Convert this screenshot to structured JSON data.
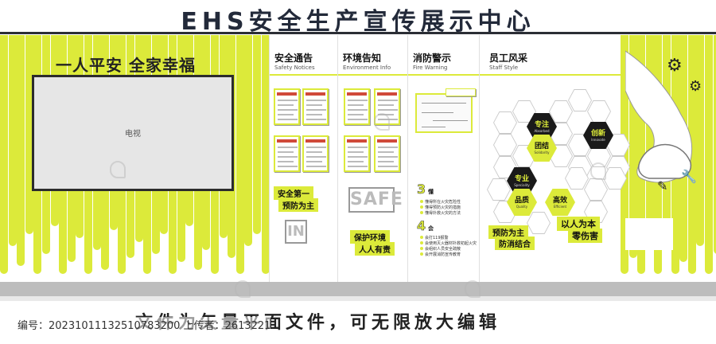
{
  "title": "EHS安全生产宣传展示中心",
  "left": {
    "slogan": "一人平安  全家幸福",
    "tv_label": "电视"
  },
  "panels": [
    {
      "title": "安全通告",
      "subtitle": "Safety Notices",
      "tags": [
        "安全第一",
        "预防为主"
      ],
      "icon": "IN"
    },
    {
      "title": "环境告知",
      "subtitle": "Environment Info",
      "tags": [
        "保护环境",
        "人人有责"
      ],
      "icon": "SAFE"
    },
    {
      "title": "消防警示",
      "subtitle": "Fire Warning",
      "group3": {
        "num": "3",
        "label": "懂",
        "items": [
          "懂得所在火灾危险性",
          "懂得预防火灾的措施",
          "懂得扑救火灾的方法"
        ]
      },
      "group4": {
        "num": "4",
        "label": "会",
        "items": [
          "会打119报警",
          "会使用灭火器材扑救初起火灾",
          "会组织人员安全疏散",
          "会开展消防宣传教育"
        ]
      }
    },
    {
      "title": "员工风采",
      "subtitle": "Staff Style",
      "hexes": [
        {
          "cn": "专注",
          "en": "Absorbed",
          "style": "dark"
        },
        {
          "cn": "创新",
          "en": "Innovate",
          "style": "dark"
        },
        {
          "cn": "团结",
          "en": "Solidarity",
          "style": "yellow"
        },
        {
          "cn": "专业",
          "en": "Speciality",
          "style": "dark"
        },
        {
          "cn": "品质",
          "en": "Quality",
          "style": "yellow"
        },
        {
          "cn": "高效",
          "en": "Efficient",
          "style": "yellow"
        }
      ],
      "tags": [
        "以人为本",
        "零伤害"
      ],
      "tags2": [
        "预防为主",
        "防消结合"
      ]
    }
  ],
  "footer": {
    "note": "文件为矢量平面文件，可无限放大编辑",
    "watermark": "编号：20231011132510783200 上传者：2613221"
  },
  "colors": {
    "accent": "#dcea3a",
    "dark": "#1a1a1a",
    "floor": "#bdbdbd"
  }
}
